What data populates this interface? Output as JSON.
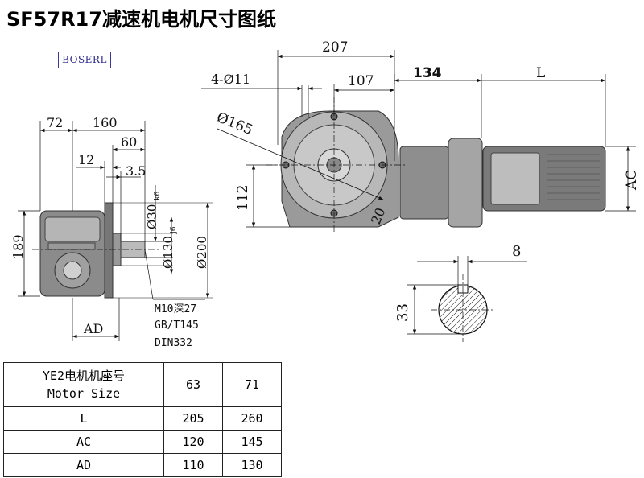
{
  "title": "SF57R17减速机电机尺寸图纸",
  "logo": "BOSERL",
  "side_view": {
    "dims": [
      "72",
      "160",
      "60",
      "12",
      "3.5",
      "189",
      "AD"
    ],
    "shaft_dims": [
      "Ø30",
      "k6",
      "Ø130",
      "j6",
      "Ø200"
    ],
    "notes": [
      "M10深27",
      "GB/T145",
      "DIN332"
    ]
  },
  "front_view": {
    "dims": [
      "207",
      "4-Ø11",
      "107",
      "134",
      "L",
      "Ø165",
      "112",
      "20",
      "AC"
    ]
  },
  "keyway": {
    "dims": [
      "8",
      "33"
    ]
  },
  "table": {
    "header_line1": "YE2电机机座号",
    "header_line2": "Motor Size",
    "columns": [
      "63",
      "71"
    ],
    "rows": [
      {
        "label": "L",
        "values": [
          "205",
          "260"
        ]
      },
      {
        "label": "AC",
        "values": [
          "120",
          "145"
        ]
      },
      {
        "label": "AD",
        "values": [
          "110",
          "130"
        ]
      }
    ]
  },
  "colors": {
    "line": "#111111",
    "body": "#6a6a6a",
    "logo": "#2a2a8a"
  }
}
